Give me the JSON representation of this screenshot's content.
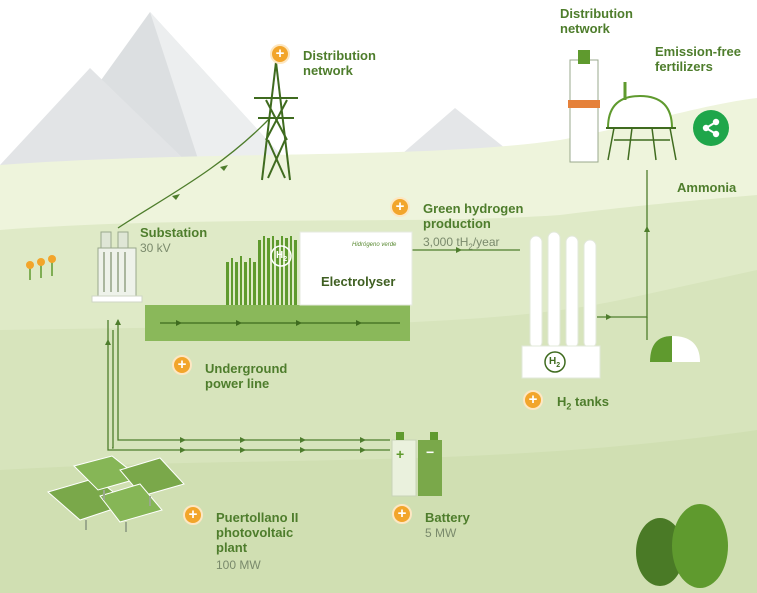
{
  "labels": {
    "distribution_network_1": [
      "Distribution",
      "network"
    ],
    "distribution_network_2": [
      "Distribution",
      "network"
    ],
    "emission_free": [
      "Emission-free",
      "fertilizers"
    ],
    "ammonia": "Ammonia",
    "substation": "Substation",
    "substation_value": "30 kV",
    "green_hydrogen": [
      "Green hydrogen",
      "production"
    ],
    "green_hydrogen_value": "3,000 tH",
    "green_hydrogen_sub": "2",
    "green_hydrogen_unit": "/year",
    "electrolyser": "Electrolyser",
    "hidrogeno_verde": "Hidrógeno verde",
    "underground": [
      "Underground",
      "power line"
    ],
    "h2_tanks_prefix": "H",
    "h2_tanks_sub": "2",
    "h2_tanks_suffix": " tanks",
    "puertollano": [
      "Puertollano II",
      "photovoltaic",
      "plant"
    ],
    "puertollano_value": "100 MW",
    "battery": "Battery",
    "battery_value": "5 MW",
    "h2_symbol": "H",
    "h2_symbol_sub": "2",
    "plus_glyph": "+",
    "battery_plus": "+",
    "battery_minus": "−"
  },
  "icons": {
    "info": "plus-icon",
    "share": "share-icon"
  },
  "colors": {
    "accent_orange": "#f2a52b",
    "brand_green": "#4e7d2c",
    "share_green": "#1fa64a",
    "meadow": "#d7e4bc"
  }
}
